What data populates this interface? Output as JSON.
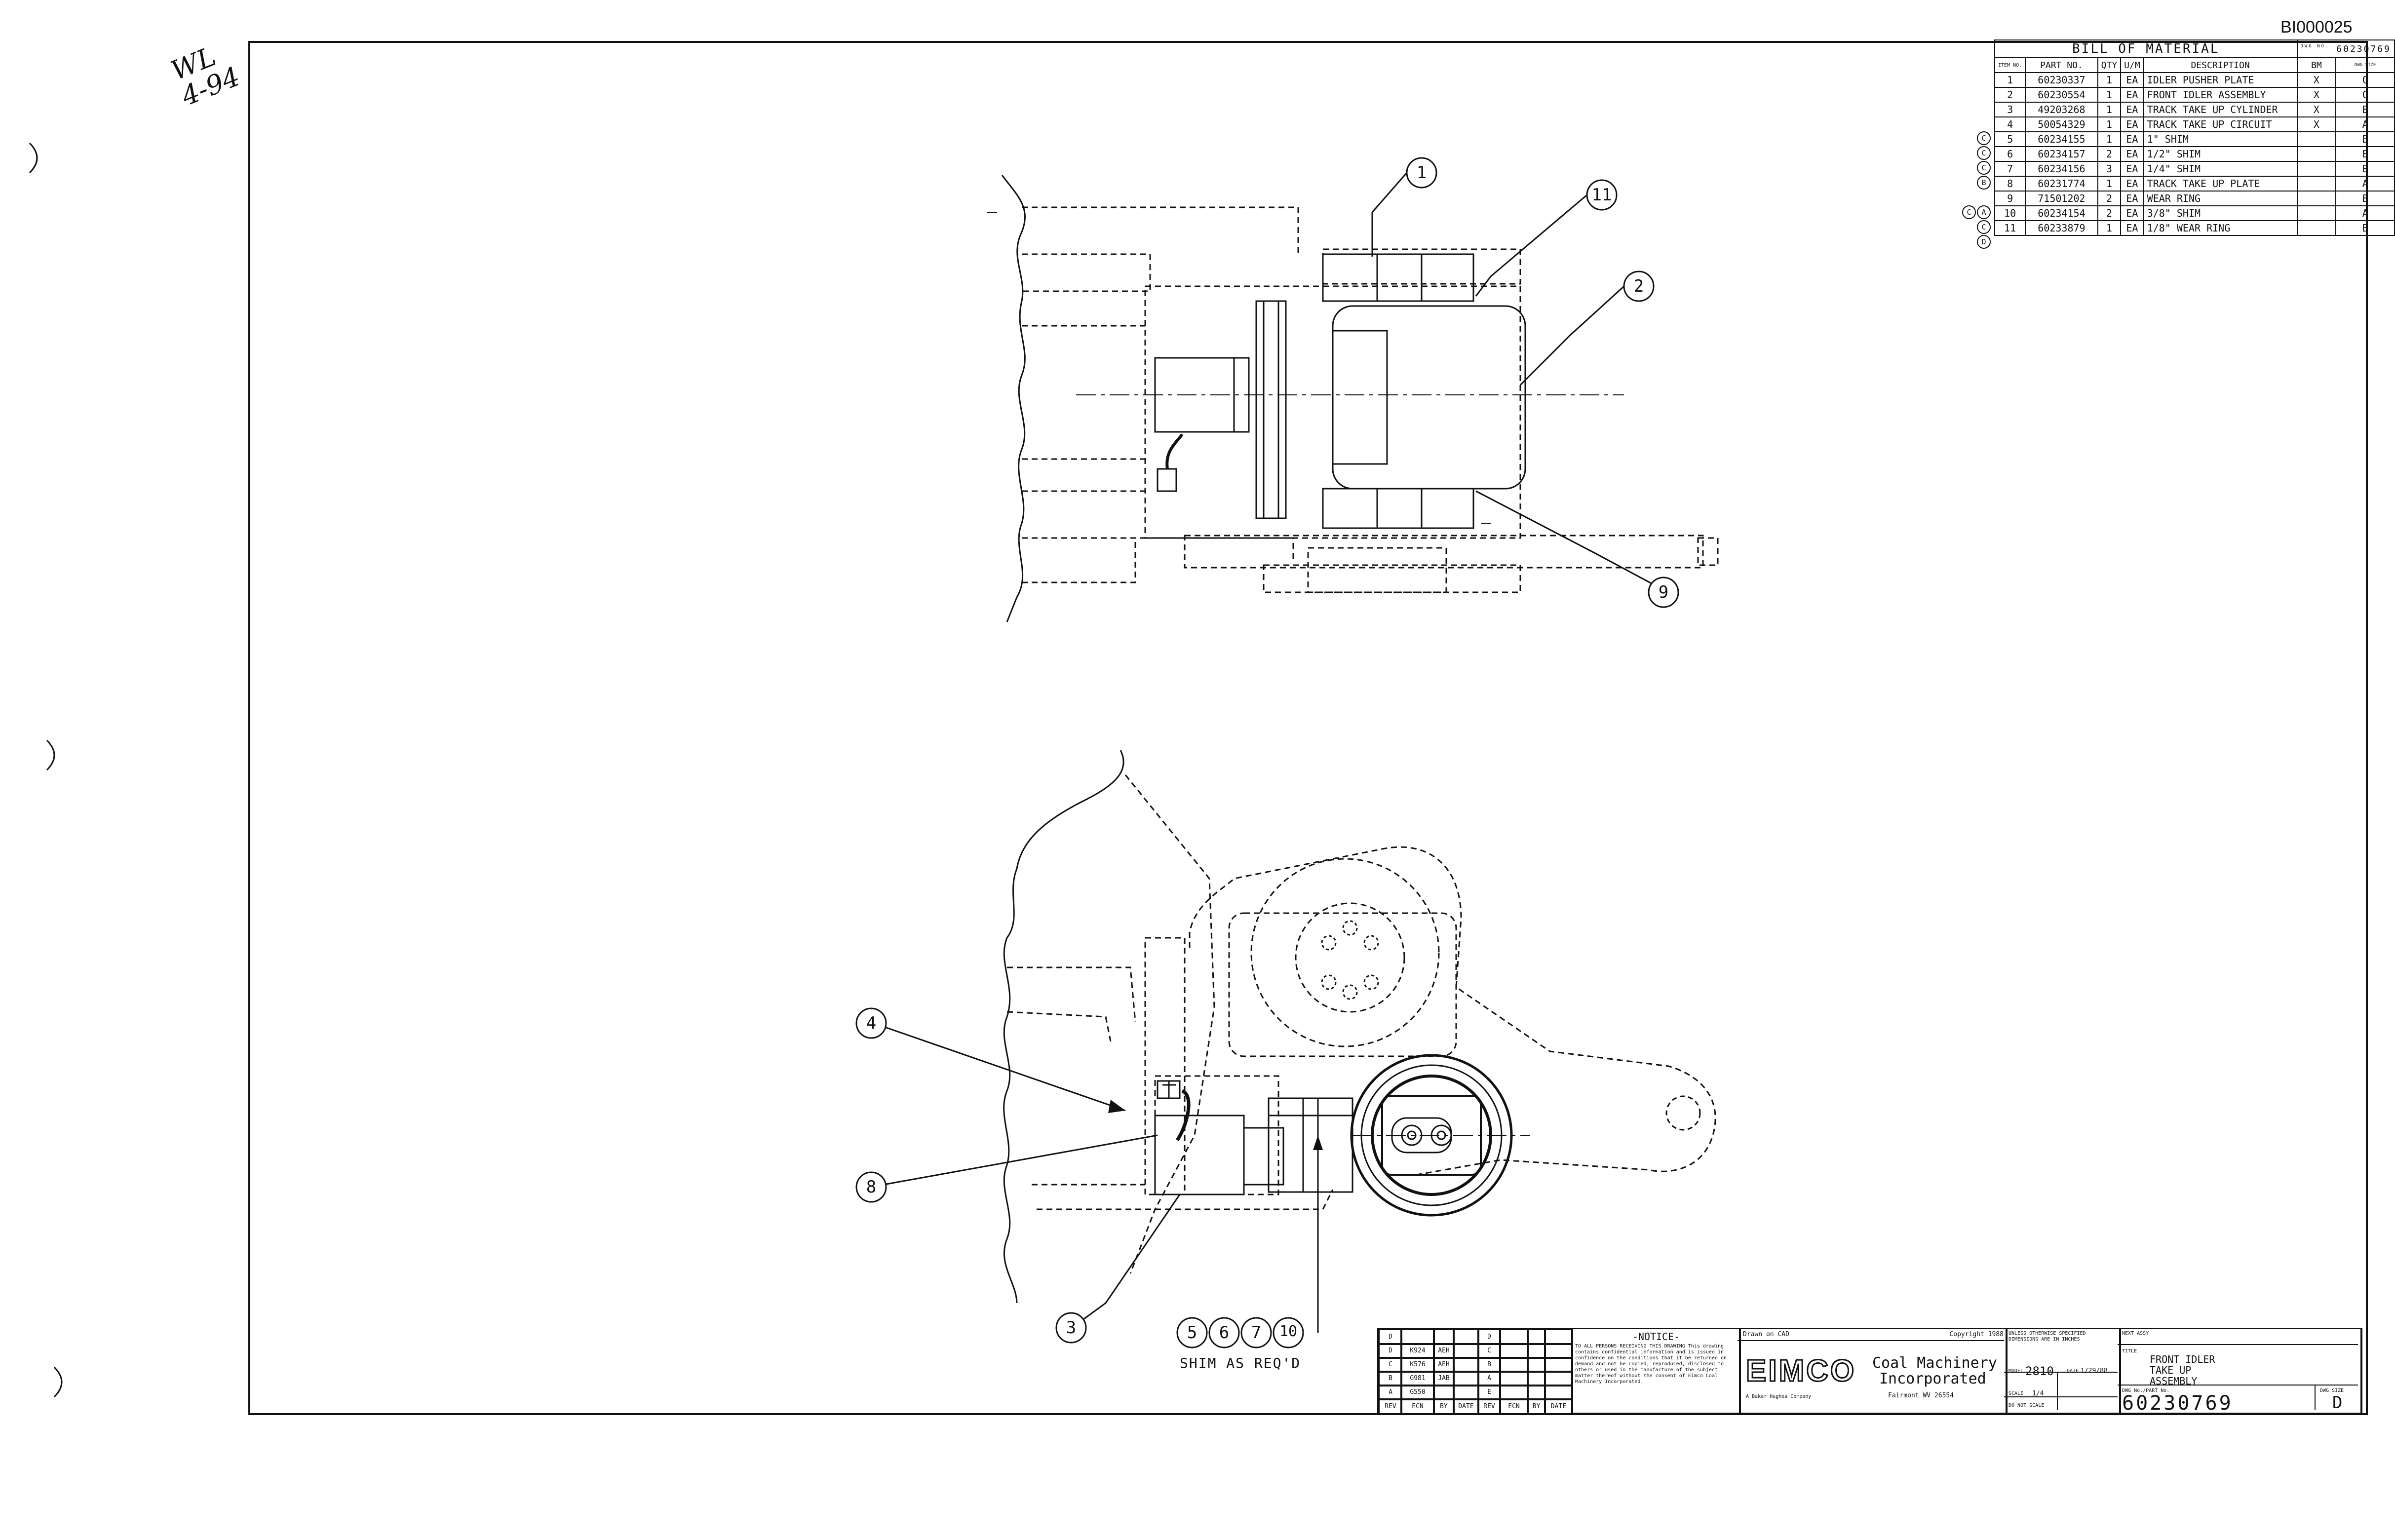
{
  "doc_id": "BI000025",
  "handwritten_note": "WL 4-94",
  "bom": {
    "title": "BILL OF MATERIAL",
    "dwg_label": "DWG NO.",
    "dwg_no": "60230769",
    "headers": [
      "ITEM NO.",
      "PART NO.",
      "QTY",
      "U/M",
      "DESCRIPTION",
      "BM",
      "DWG SIZE"
    ],
    "rows": [
      {
        "rev": "",
        "item": "1",
        "part": "60230337",
        "qty": "1",
        "um": "EA",
        "desc": "IDLER PUSHER PLATE",
        "bm": "X",
        "size": "C"
      },
      {
        "rev": "",
        "item": "2",
        "part": "60230554",
        "qty": "1",
        "um": "EA",
        "desc": "FRONT IDLER ASSEMBLY",
        "bm": "X",
        "size": "C"
      },
      {
        "rev": "",
        "item": "3",
        "part": "49203268",
        "qty": "1",
        "um": "EA",
        "desc": "TRACK TAKE UP CYLINDER",
        "bm": "X",
        "size": "B"
      },
      {
        "rev": "",
        "item": "4",
        "part": "50054329",
        "qty": "1",
        "um": "EA",
        "desc": "TRACK TAKE UP CIRCUIT",
        "bm": "X",
        "size": "A"
      },
      {
        "rev": "C",
        "item": "5",
        "part": "60234155",
        "qty": "1",
        "um": "EA",
        "desc": "1\" SHIM",
        "bm": "",
        "size": "B"
      },
      {
        "rev": "C",
        "item": "6",
        "part": "60234157",
        "qty": "2",
        "um": "EA",
        "desc": "1/2\" SHIM",
        "bm": "",
        "size": "B"
      },
      {
        "rev": "C",
        "item": "7",
        "part": "60234156",
        "qty": "3",
        "um": "EA",
        "desc": "1/4\" SHIM",
        "bm": "",
        "size": "B"
      },
      {
        "rev": "B",
        "item": "8",
        "part": "60231774",
        "qty": "1",
        "um": "EA",
        "desc": "TRACK TAKE UP PLATE",
        "bm": "",
        "size": "A"
      },
      {
        "rev": "",
        "item": "9",
        "part": "71501202",
        "qty": "2",
        "um": "EA",
        "desc": "WEAR RING",
        "bm": "",
        "size": "B"
      },
      {
        "rev": "CA",
        "item": "10",
        "part": "60234154",
        "qty": "2",
        "um": "EA",
        "desc": "3/8\" SHIM",
        "bm": "",
        "size": "A"
      },
      {
        "rev": "C",
        "item": "11",
        "part": "60233879",
        "qty": "1",
        "um": "EA",
        "desc": "1/8\" WEAR RING",
        "bm": "",
        "size": "B"
      }
    ],
    "trailing_rev": "D"
  },
  "balloons": {
    "b1": "1",
    "b2": "2",
    "b9": "9",
    "b11": "11",
    "b3": "3",
    "b4": "4",
    "b8": "8",
    "b5": "5",
    "b6": "6",
    "b7": "7",
    "b10": "10"
  },
  "shim_note": "SHIM AS REQ'D",
  "revisions": {
    "rows": [
      {
        "rev": "D",
        "ecn": "",
        "by": "",
        "date": ""
      },
      {
        "rev": "D",
        "ecn": "K924",
        "by": "AEH",
        "date": ""
      },
      {
        "rev": "C",
        "ecn": "K576",
        "by": "AEH",
        "date": ""
      },
      {
        "rev": "B",
        "ecn": "G981",
        "by": "JAB",
        "date": ""
      },
      {
        "rev": "A",
        "ecn": "G550",
        "by": "",
        "date": ""
      }
    ],
    "header": [
      "REV",
      "ECN",
      "BY",
      "DATE",
      "REV",
      "ECN",
      "BY",
      "DATE"
    ],
    "right_revs": [
      "D",
      "C",
      "B",
      "A",
      "E"
    ]
  },
  "notice": {
    "title": "-NOTICE-",
    "body": "TO ALL PERSONS RECEIVING THIS DRAWING This drawing contains confidential information and is issued in confidence on the conditions that it be returned on demand and not be copied, reproduced, disclosed to others or used in the manufacture of the subject matter thereof without the consent of Eimco Coal Machinery Incorporated."
  },
  "company": {
    "drawn_on": "Drawn on CAD",
    "copyright": "Copyright 1988",
    "logo": "EIMCO",
    "name_line1": "Coal Machinery",
    "name_line2": "Incorporated",
    "sub": "A Baker Hughes Company",
    "city": "Fairmont WV 26554"
  },
  "title_block": {
    "tolerance_note": "UNLESS OTHERWISE SPECIFIED DIMENSIONS ARE IN INCHES",
    "model_label": "MODEL",
    "model": "2810",
    "date_label": "DATE",
    "date": "1/29/88",
    "scale_label": "SCALE",
    "scale": "1/4",
    "do_not_scale": "DO NOT SCALE",
    "next_assy_label": "NEXT ASSY",
    "title_label": "TITLE",
    "title_line1": "FRONT IDLER",
    "title_line2": "TAKE UP",
    "title_line3": "ASSEMBLY",
    "dwg_label": "DWG No./PART No.",
    "dwg_no": "60230769",
    "size_label": "DWG SIZE",
    "size": "D"
  }
}
